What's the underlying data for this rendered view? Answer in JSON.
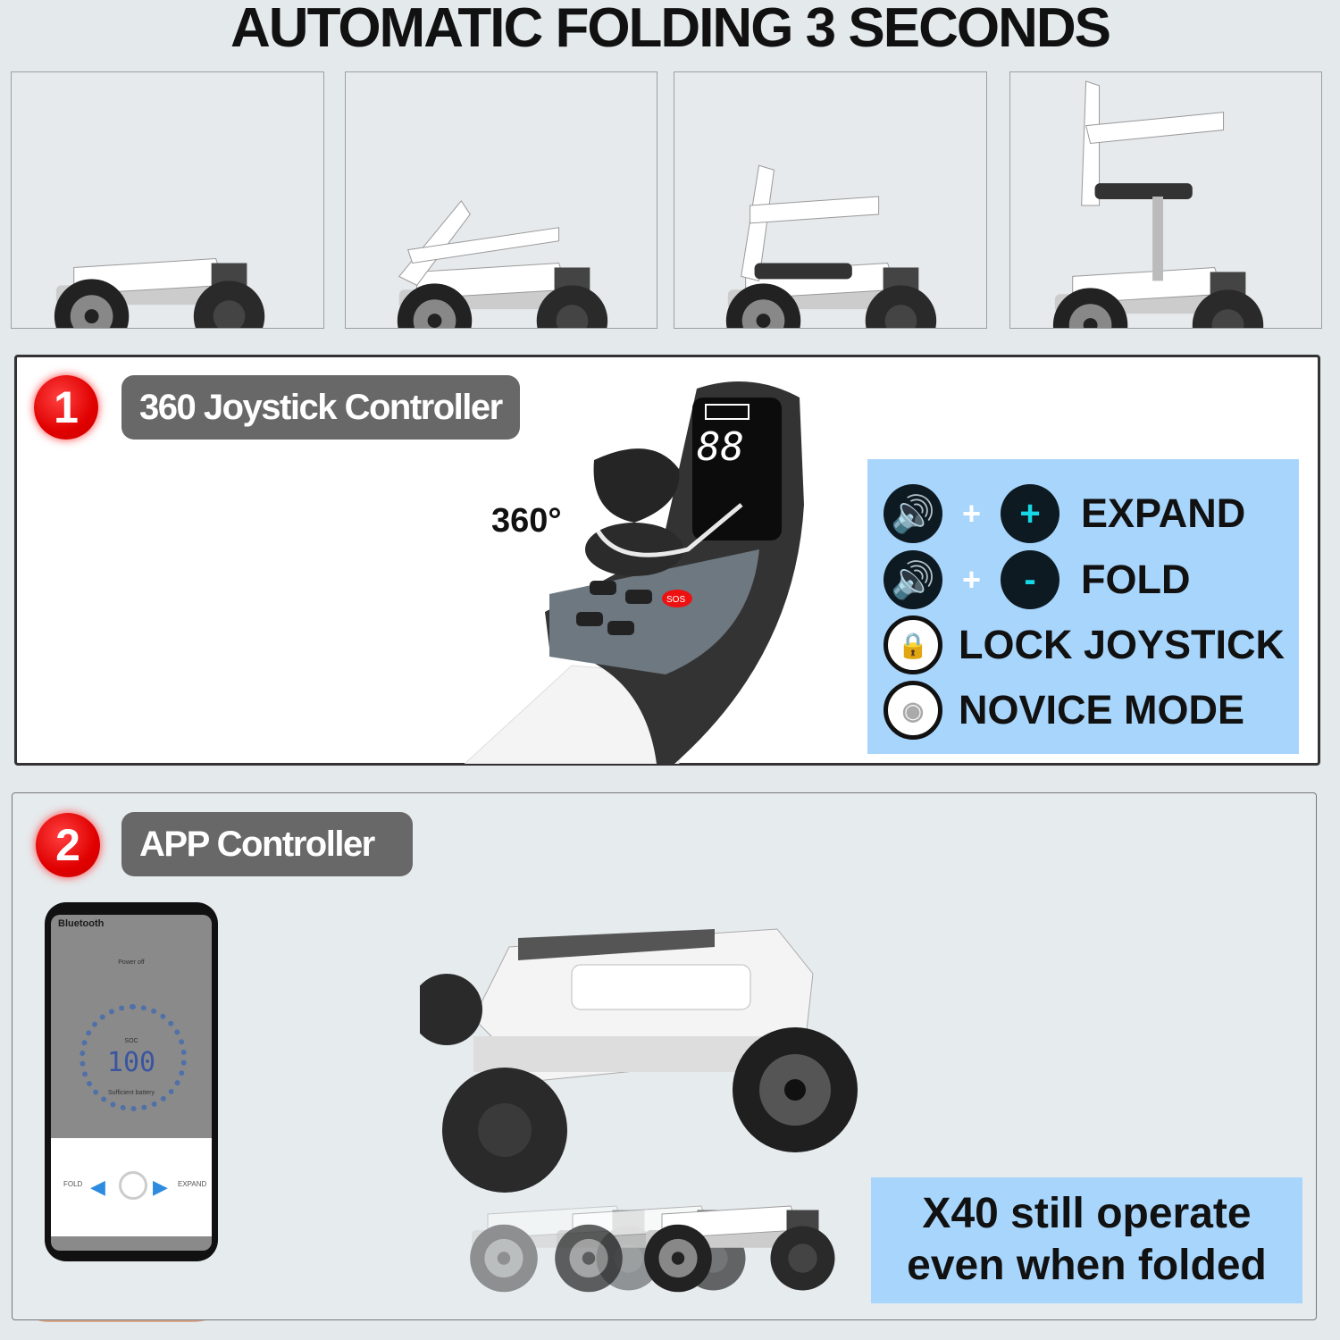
{
  "title": "AUTOMATIC FOLDING 3 SECONDS",
  "section1": {
    "number": "1",
    "label": "360 Joystick Controller",
    "rotation": "360°",
    "display": {
      "speed": "88"
    },
    "legend": [
      {
        "icon": "speaker-icon",
        "op": "+",
        "icon2": "plus-icon",
        "icon2_text": "+",
        "text": "EXPAND"
      },
      {
        "icon": "speaker-icon",
        "op": "+",
        "icon2": "minus-icon",
        "icon2_text": "-",
        "text": "FOLD"
      },
      {
        "icon": "lock-icon",
        "text": "LOCK JOYSTICK"
      },
      {
        "icon": "novice-mode-icon",
        "text": "NOVICE MODE"
      }
    ],
    "buttons": {
      "sos": "SOS"
    }
  },
  "section2": {
    "number": "2",
    "label": "APP  Controller",
    "phone": {
      "header": "Bluetooth",
      "power": "Power off",
      "soc_label": "SOC",
      "soc_value": "100",
      "battery_status": "Sufficient battery",
      "fold": "FOLD",
      "expand": "EXPAND"
    },
    "note_line1": "X40 still operate",
    "note_line2": "even when folded"
  },
  "colors": {
    "legend_bg": "#a8d5fb",
    "badge_red": "#e00000",
    "pill_gray": "#686868",
    "icon_cyan": "#17d7e6"
  }
}
